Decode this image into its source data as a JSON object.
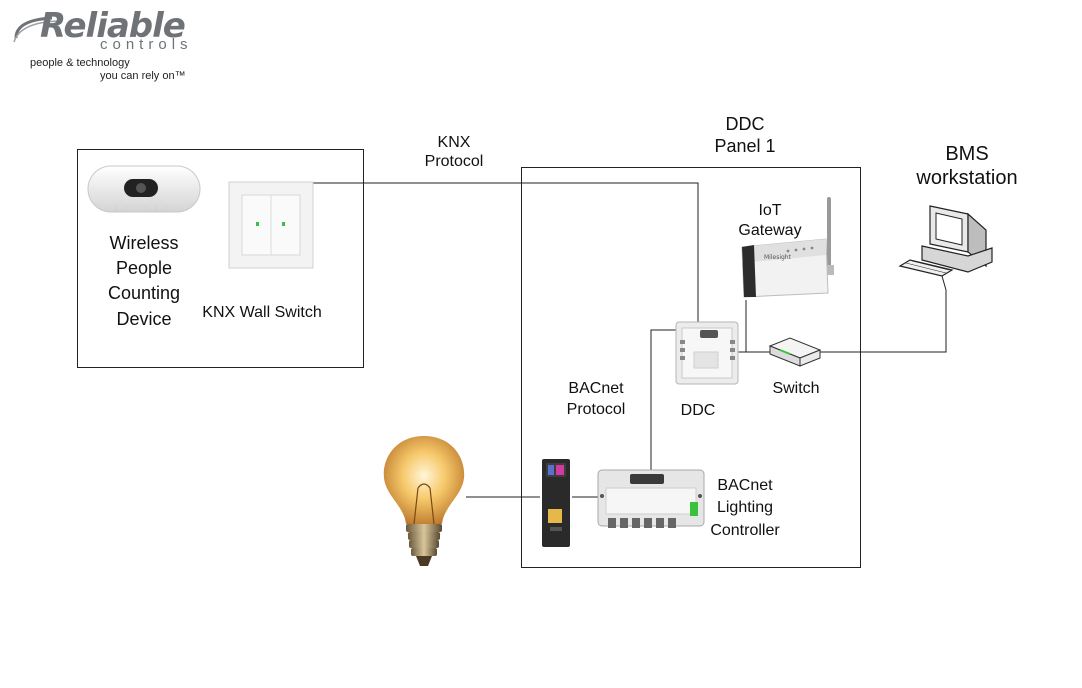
{
  "logo": {
    "brand": "Reliable",
    "brand_sub": "controls",
    "tagline_1": "people & technology",
    "tagline_2": "you can rely on™"
  },
  "labels": {
    "knx_protocol": [
      "KNX",
      "Protocol"
    ],
    "ddc_panel": [
      "DDC",
      "Panel 1"
    ],
    "bms": [
      "BMS",
      "workstation"
    ],
    "iot_gateway": [
      "IoT",
      "Gateway"
    ],
    "wireless_device": [
      "Wireless",
      "People",
      "Counting",
      "Device"
    ],
    "knx_switch": "KNX Wall Switch",
    "switch": "Switch",
    "bacnet_protocol": [
      "BACnet",
      "Protocol"
    ],
    "ddc": "DDC",
    "bacnet_lighting": [
      "BACnet",
      "Lighting",
      "Controller"
    ]
  },
  "colors": {
    "line": "#222222",
    "logo_gray": "#6f7378",
    "switch_led": "#3cc13c",
    "bulb_glow": "#f6c86a"
  }
}
